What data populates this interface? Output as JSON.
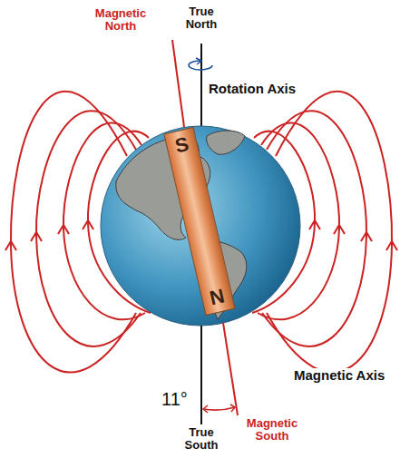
{
  "diagram": {
    "nodes": [
      {
        "text": [
          "S",
          "N"
        ]
      }
    ],
    "labels": [
      "True North",
      "Magnetic North",
      "Rotation Axis",
      "Magnetic Axis",
      "11°",
      "True South",
      "Magnetic South"
    ]
  }
}
